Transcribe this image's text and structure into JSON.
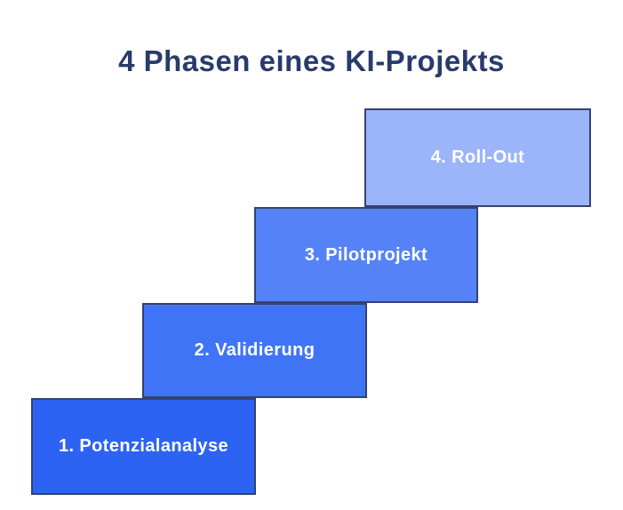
{
  "title": "4 Phasen eines KI-Projekts",
  "colors": {
    "background": "#FFFFFF",
    "title_text": "#293B6B",
    "box_border": "#35426E",
    "box_text": "#FFFFFF"
  },
  "steps": [
    {
      "label": "1. Potenzialanalyse",
      "fill": "#2C63F2"
    },
    {
      "label": "2. Validierung",
      "fill": "#3F74F6"
    },
    {
      "label": "3. Pilotprojekt",
      "fill": "#5583F7"
    },
    {
      "label": "4. Roll-Out",
      "fill": "#9BB4FA"
    }
  ]
}
